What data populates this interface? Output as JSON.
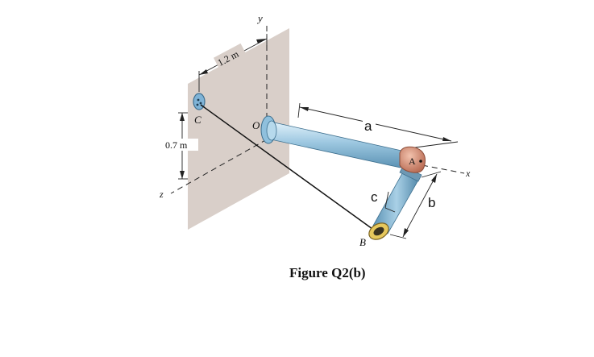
{
  "labels": {
    "axis_y": "y",
    "axis_x": "x",
    "axis_z": "z",
    "dim_horizontal": "1.2 m",
    "dim_vertical": "0.7 m",
    "point_c": "C",
    "point_o": "O",
    "point_a": "A",
    "point_b": "B",
    "length_a": "a",
    "length_b": "b",
    "length_c": "c"
  },
  "caption": "Figure Q2(b)",
  "colors": {
    "wall": "#d9cfc9",
    "pipe": "#9cc7e0",
    "elbow": "#d9927a",
    "end_cap": "#e6c85c",
    "anchor": "#7fb3d6"
  }
}
